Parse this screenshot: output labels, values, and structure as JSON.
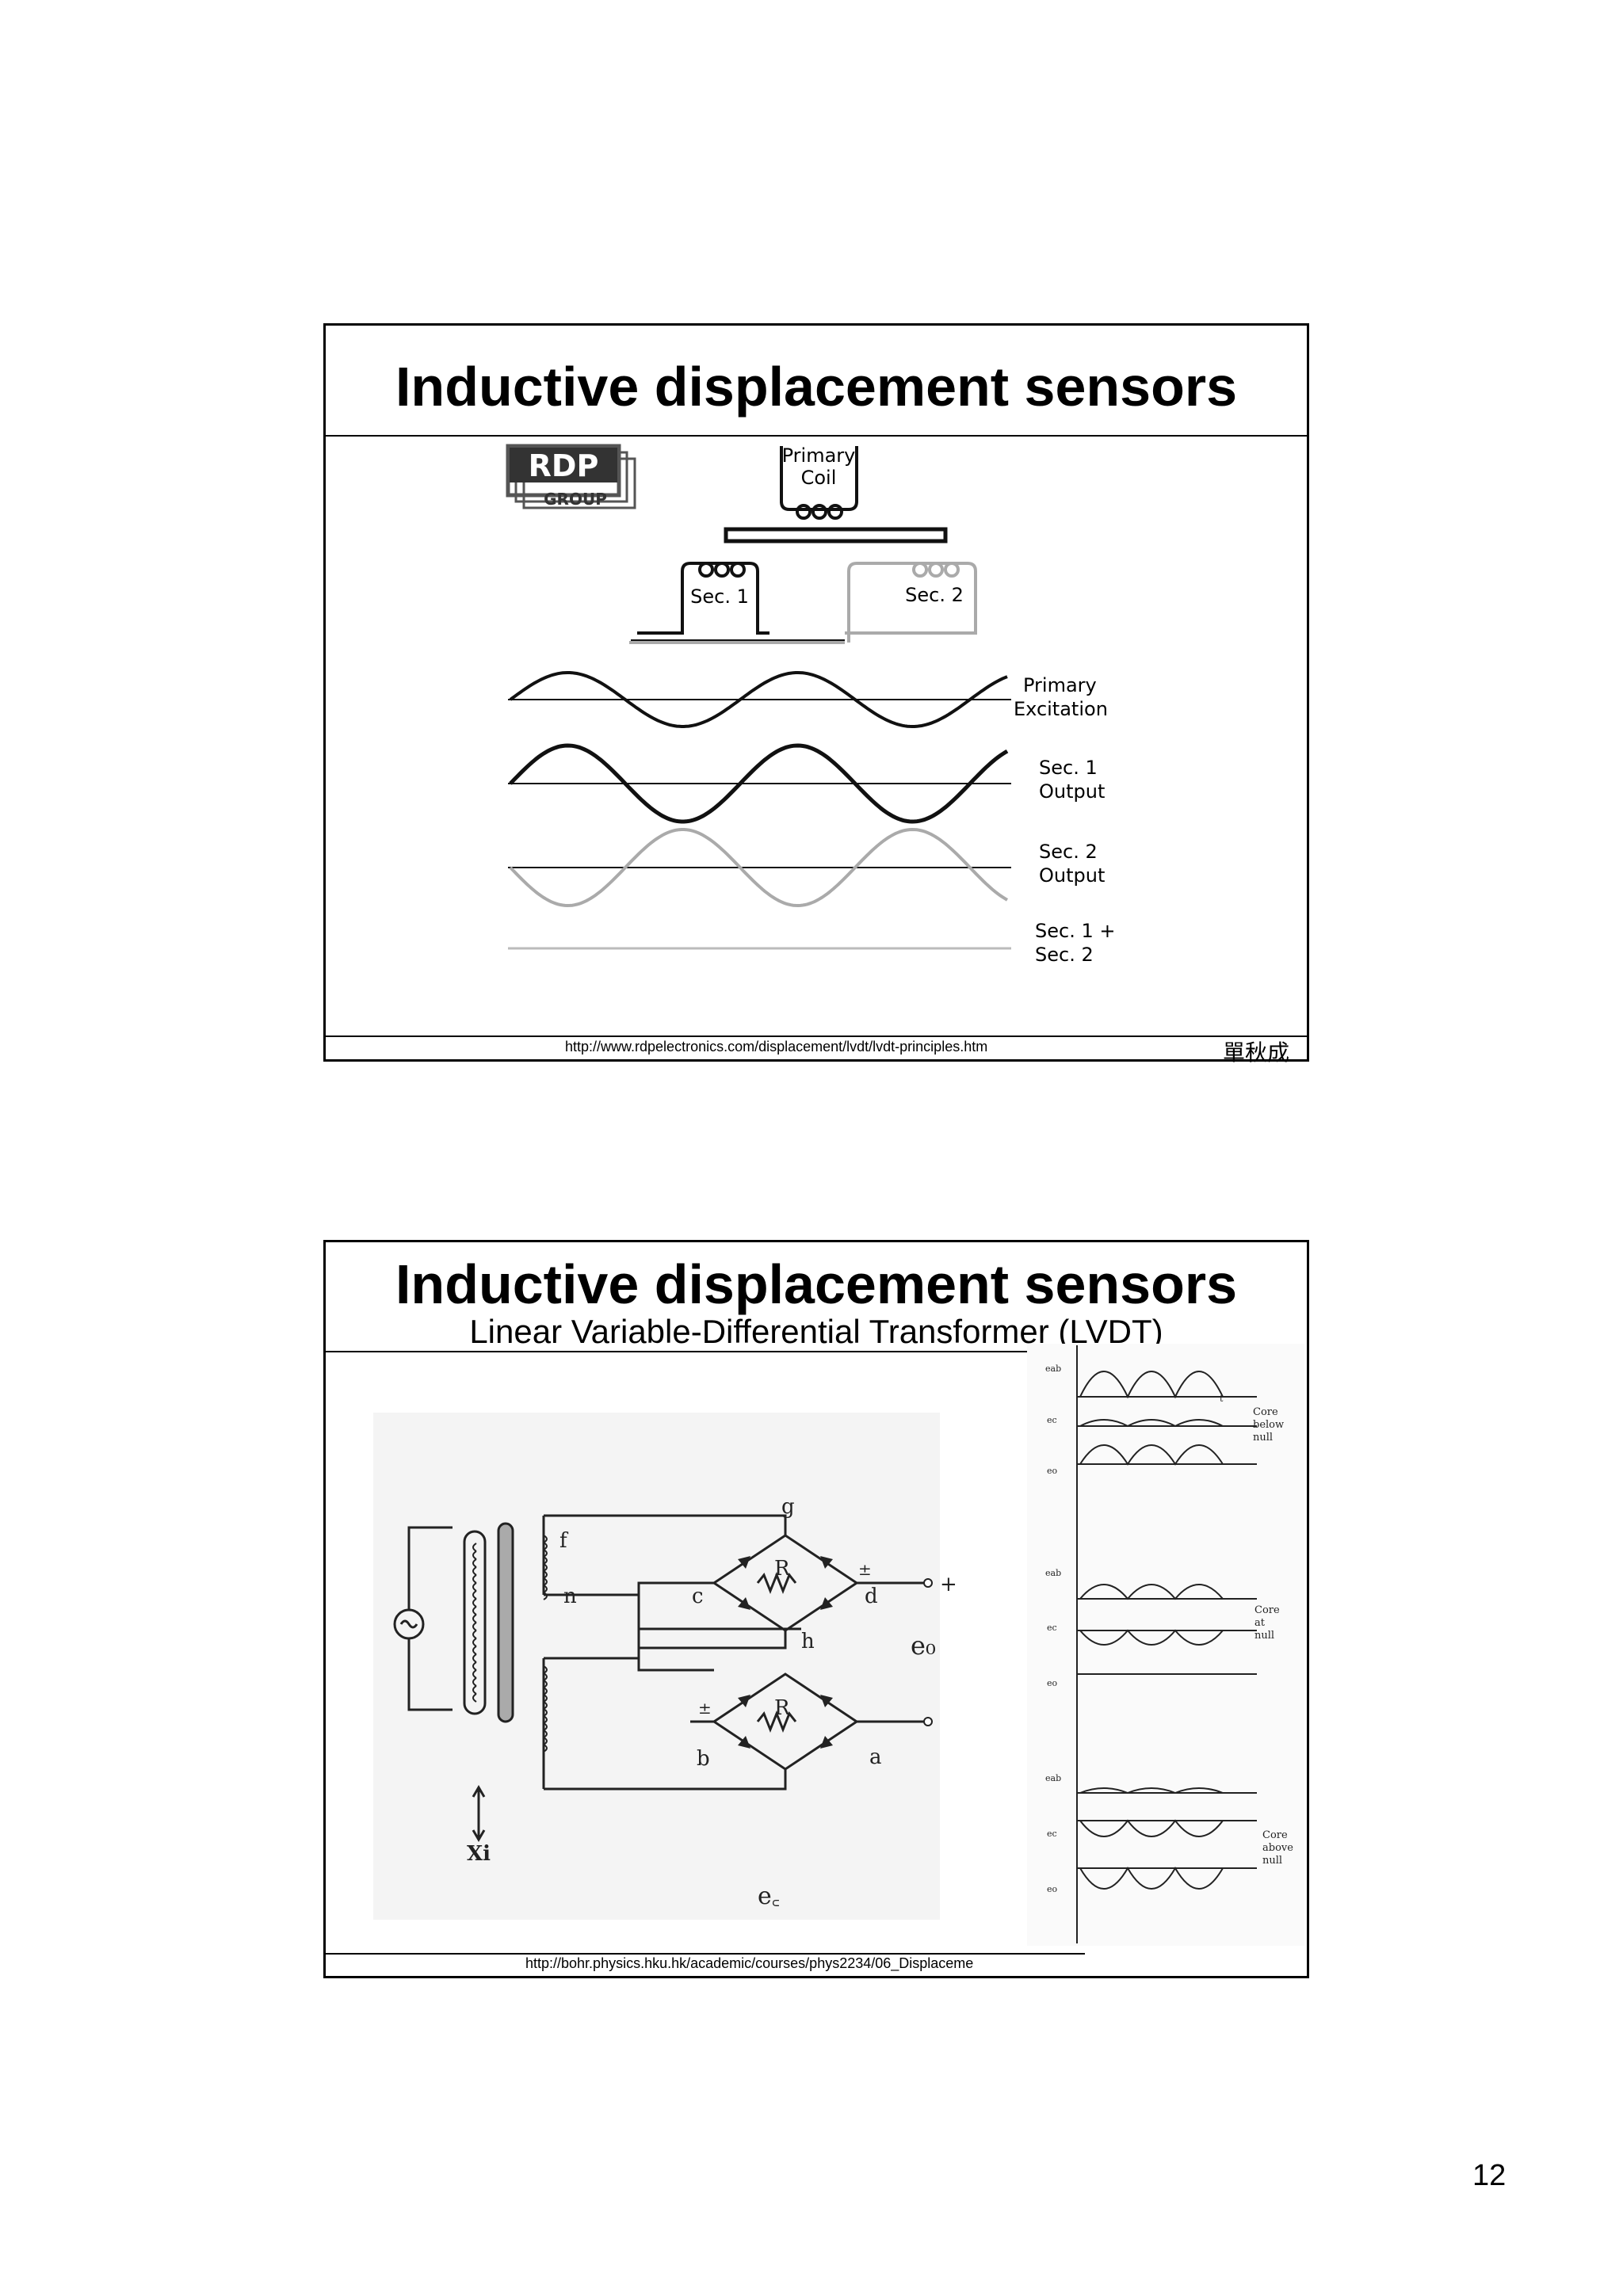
{
  "slide1": {
    "title": "Inductive displacement sensors",
    "logo": {
      "line1": "RDP",
      "line2": "GROUP"
    },
    "coil_labels": {
      "primary": [
        "Primary",
        "Coil"
      ],
      "sec1": "Sec. 1",
      "sec2": "Sec. 2"
    },
    "wave_labels": {
      "primary": [
        "Primary",
        "Excitation"
      ],
      "sec1": [
        "Sec. 1",
        "Output"
      ],
      "sec2": [
        "Sec. 2",
        "Output"
      ],
      "sum": [
        "Sec. 1 +",
        "Sec. 2"
      ]
    },
    "footer_url": "http://www.rdpelectronics.com/displacement/lvdt/lvdt-principles.htm",
    "footer_author": "單秋成"
  },
  "slide2": {
    "title": "Inductive displacement sensors",
    "subtitle": "Linear Variable-Differential Transformer (LVDT)",
    "circuit_labels": {
      "g": "g",
      "f": "f",
      "n1": "n",
      "c": "c",
      "d": "d",
      "R1": "R",
      "plus": "+",
      "h": "h",
      "eo": "e₀",
      "R2": "R",
      "b": "b",
      "a": "a",
      "xi": "Xi",
      "ec": "e꜀",
      "pm1": "±",
      "pm2": "±"
    },
    "wave_panels": [
      {
        "labels": [
          "eab",
          "ec",
          "eo"
        ],
        "t": "t",
        "note": [
          "Core",
          "below",
          "null"
        ]
      },
      {
        "labels": [
          "eab",
          "ec",
          "eo"
        ],
        "note": [
          "Core",
          "at",
          "null"
        ]
      },
      {
        "labels": [
          "eab",
          "ec",
          "eo"
        ],
        "note": [
          "Core",
          "above",
          "null"
        ]
      }
    ],
    "footer_url": "http://bohr.physics.hku.hk/academic/courses/phys2234/06_Displaceme"
  },
  "page_number": "12"
}
